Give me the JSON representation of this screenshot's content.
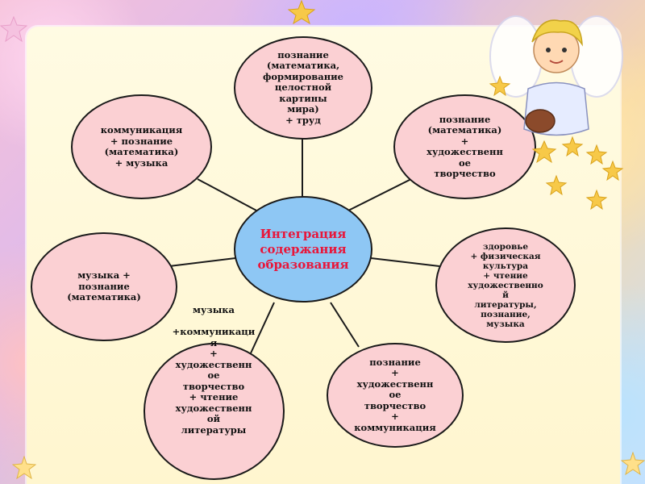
{
  "center": {
    "label": "Интеграция\nсодержания\nобразования"
  },
  "nodes": [
    {
      "id": "top",
      "label": "познание\n(математика,\nформирование\nцелостной\nкартины\nмира)\n+ труд"
    },
    {
      "id": "upper-left",
      "label": "коммуникация\n+ познание\n(математика)\n+ музыка"
    },
    {
      "id": "upper-right",
      "label": "познание\n(математика)\n+\nхудожественн\nое\nтворчество"
    },
    {
      "id": "left",
      "label": "музыка +\nпознание\n(математика)"
    },
    {
      "id": "right",
      "label": "здоровье\n+ физическая\nкультура\n+ чтение\nхудожественно\nй\nлитературы,\nпознание,\nмузыка"
    },
    {
      "id": "bottom-left",
      "label": "музыка\n\n+коммуникаци\nя\n+\nхудожественн\nое\nтворчество\n+ чтение\nхудожественн\nой\nлитературы"
    },
    {
      "id": "bottom-right",
      "label": "познание\n+\nхудожественн\nое\nтворчество\n+\nкоммуникация"
    }
  ],
  "colors": {
    "node_fill": "#fbd0d3",
    "center_fill": "#8ec7f4",
    "center_text": "#e8163a",
    "panel": "#fff8d8"
  },
  "decor": {
    "mascot": "angel-girl-illustration",
    "stars": "gold-star-icon"
  }
}
